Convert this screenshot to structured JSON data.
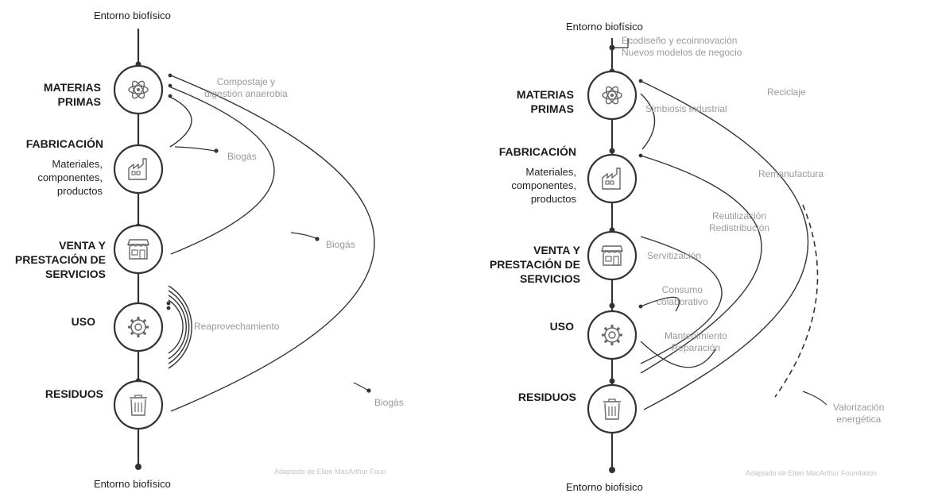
{
  "left": {
    "env_top": "Entorno biofísico",
    "env_bottom": "Entorno biofísico",
    "stages": {
      "materias": "MATERIAS\nPRIMAS",
      "fabricacion": "FABRICACIÓN",
      "fabricacion_sub": "Materiales,\ncomponentes,\nproductos",
      "venta": "VENTA Y\nPRESTACIÓN DE\nSERVICIOS",
      "uso": "USO",
      "residuos": "RESIDUOS"
    },
    "flows": {
      "compostaje": "Compostaje y\ndigestión anaerobia",
      "biogas1": "Biogás",
      "biogas2": "Biogás",
      "reaprovechamiento": "Reaprovechamiento",
      "biogas3": "Biogás"
    },
    "credit": "Adaptado de Ellen MacArthur Foun"
  },
  "right": {
    "env_top": "Entorno biofísico",
    "env_bottom": "Entorno biofísico",
    "stages": {
      "materias": "MATERIAS\nPRIMAS",
      "fabricacion": "FABRICACIÓN",
      "fabricacion_sub": "Materiales,\ncomponentes,\nproductos",
      "venta": "VENTA Y\nPRESTACIÓN DE\nSERVICIOS",
      "uso": "USO",
      "residuos": "RESIDUOS"
    },
    "flows": {
      "ecodiseno": "Ecodiseño y ecoinnovación\nNuevos modelos de negocio",
      "reciclaje": "Reciclaje",
      "simbiosis": "Simbiosis industrial",
      "remanufactura": "Remanufactura",
      "reutilizacion": "Reutilización\nRedistribución",
      "servitizacion": "Servitización",
      "consumo": "Consumo\ncolaborativo",
      "mantenimiento": "Mantenimiento\nReparación",
      "valorizacion": "Valorización\nenergética"
    },
    "credit": "Adaptado de Ellen MacArthur Foundation"
  },
  "icons": [
    "atom-icon",
    "factory-icon",
    "store-icon",
    "gear-icon",
    "trash-icon"
  ]
}
